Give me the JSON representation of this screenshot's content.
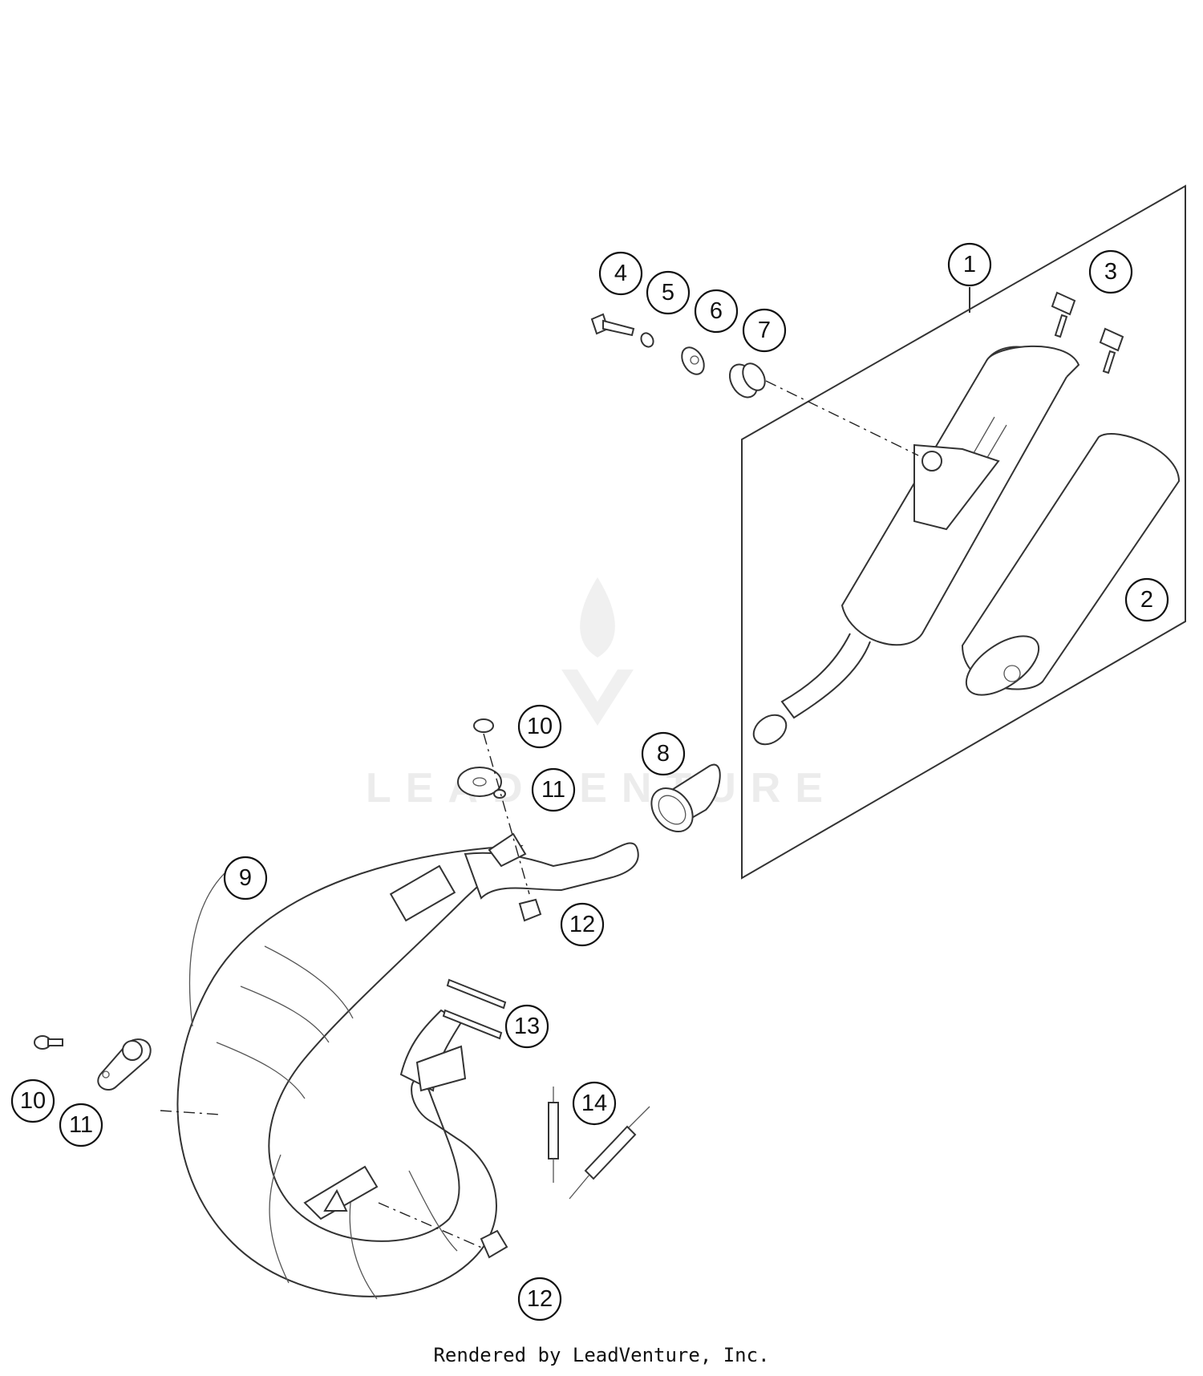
{
  "watermark": {
    "text": "LEADVENTURE"
  },
  "callouts": [
    {
      "number": "1",
      "part": "muffler-assembly"
    },
    {
      "number": "2",
      "part": "muffler-sleeve"
    },
    {
      "number": "3",
      "part": "end-cap-screws"
    },
    {
      "number": "4",
      "part": "mounting-bolt"
    },
    {
      "number": "5",
      "part": "lock-washer"
    },
    {
      "number": "6",
      "part": "washer"
    },
    {
      "number": "7",
      "part": "rubber-bushing"
    },
    {
      "number": "8",
      "part": "connecting-sleeve"
    },
    {
      "number": "9",
      "part": "exhaust-pipe"
    },
    {
      "number": "10",
      "part": "pipe-bracket-screw-upper"
    },
    {
      "number": "11",
      "part": "rubber-damper-upper"
    },
    {
      "number": "12",
      "part": "clip-nut-upper"
    },
    {
      "number": "13",
      "part": "o-rings"
    },
    {
      "number": "14",
      "part": "springs"
    },
    {
      "number": "10",
      "part": "pipe-bracket-screw-lower"
    },
    {
      "number": "11",
      "part": "rubber-damper-lower"
    },
    {
      "number": "12",
      "part": "clip-nut-lower"
    }
  ],
  "footer": {
    "text": "Rendered by LeadVenture, Inc."
  }
}
